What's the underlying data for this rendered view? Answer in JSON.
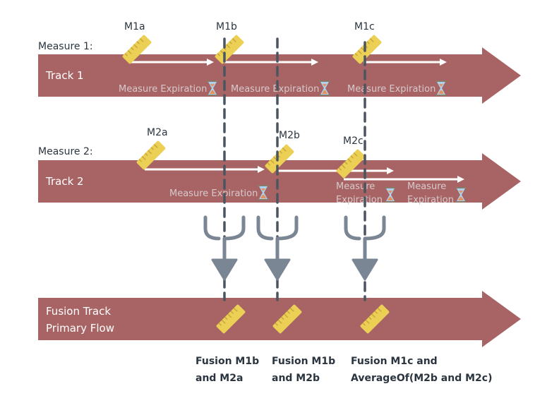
{
  "colors": {
    "track": "#a86464",
    "ruler": "#ecd056",
    "dash": "#4a5560",
    "fork": "#7a8694",
    "hourglass_glass": "#a9d3ee",
    "hourglass_sand": "#e88f5a"
  },
  "tracks": [
    {
      "label": "Measure 1:",
      "name": "Track 1",
      "measures": [
        "M1a",
        "M1b",
        "M1c"
      ],
      "expiration": [
        "Measure Expiration",
        "Measure Expiration",
        "Measure Expiration"
      ]
    },
    {
      "label": "Measure 2:",
      "name": "Track 2",
      "measures": [
        "M2a",
        "M2b",
        "M2c"
      ],
      "expiration": [
        "Measure Expiration",
        "Measure",
        "Expiration",
        "Measure",
        "Expiration"
      ]
    }
  ],
  "fusion": {
    "name_line1": "Fusion Track",
    "name_line2": "Primary Flow",
    "captions": [
      [
        "Fusion M1b",
        "and M2a"
      ],
      [
        "Fusion M1b",
        "and M2b"
      ],
      [
        "Fusion M1c and",
        "AverageOf(M2b and M2c)"
      ]
    ]
  },
  "icons": [
    "ruler-icon",
    "hourglass-icon",
    "merge-fork-icon",
    "arrow-right-icon"
  ]
}
